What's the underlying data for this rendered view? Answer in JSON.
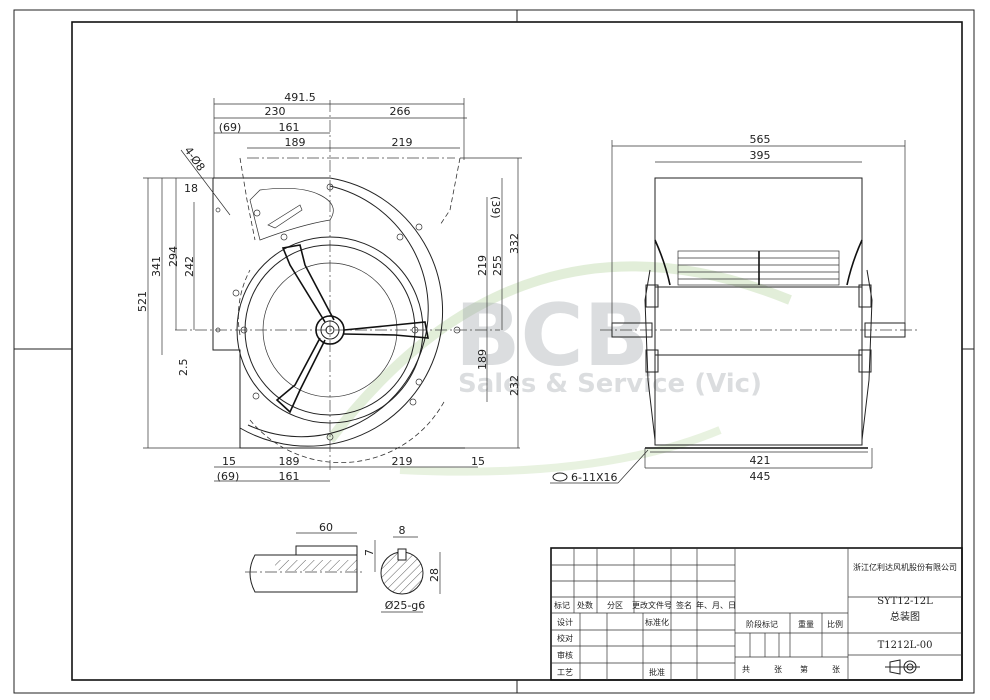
{
  "watermark": {
    "brand": "BCB",
    "subtitle": "Sales & Service (Vic)"
  },
  "front_view": {
    "dims_top": {
      "overall": "491.5",
      "left_half": "230",
      "right_half": "266",
      "offset_left": "(69)",
      "left_161": "161",
      "left_189": "189",
      "right_219": "219"
    },
    "hole_note": "4-Ø8",
    "dims_left": {
      "d521": "521",
      "d341": "341",
      "d294": "294",
      "d242": "242",
      "d18": "18",
      "d2_5": "2.5"
    },
    "dims_right": {
      "d39": "(39)",
      "d219": "219",
      "d255": "255",
      "d332": "332",
      "d189": "189",
      "d232": "232"
    },
    "dims_bottom": {
      "left15": "15",
      "b189": "189",
      "b219": "219",
      "right15": "15",
      "b69": "(69)",
      "b161": "161"
    }
  },
  "side_view": {
    "d565": "565",
    "d395": "395",
    "d421": "421",
    "d445": "445",
    "slot_note": "6-11X16"
  },
  "shaft_detail": {
    "key_length": "60",
    "key_width": "8",
    "key_depth": "7",
    "height": "28",
    "diameter": "Ø25-g6"
  },
  "title_block": {
    "header": [
      "标记",
      "处数",
      "分区",
      "更改文件号",
      "签名",
      "年、月、日"
    ],
    "rows": [
      "设计",
      "校对",
      "审核",
      "工艺"
    ],
    "standardization": "标准化",
    "approval": "批准",
    "stage_mark": "阶段标记",
    "weight": "重量",
    "scale": "比例",
    "sheets": [
      "共",
      "张",
      "第",
      "张"
    ],
    "company": "浙江亿利达风机股份有限公司",
    "model": "SYT12-12L",
    "drawing_title": "总装图",
    "drawing_number": "T1212L-00"
  }
}
